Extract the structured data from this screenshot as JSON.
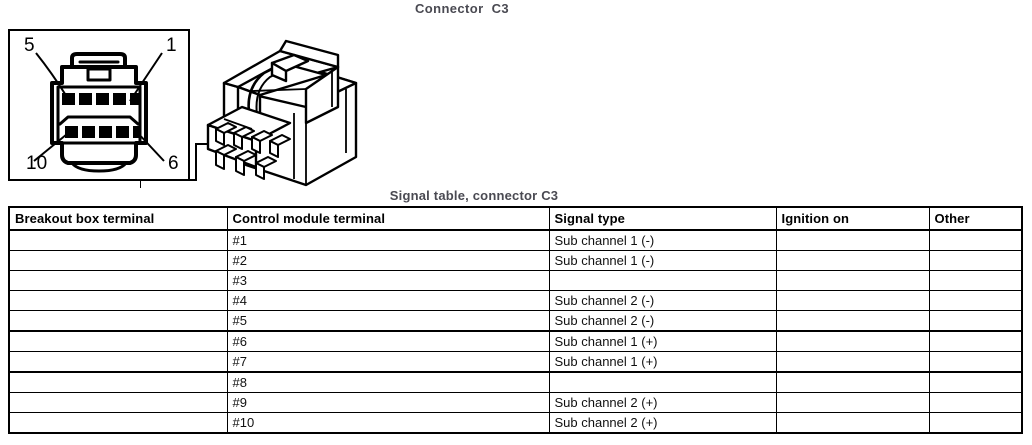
{
  "page": {
    "connector_title": "Connector  C3",
    "signal_table_caption": "Signal table, connector C3"
  },
  "connector_face": {
    "pin_labels": {
      "top_left": "5",
      "top_right": "1",
      "bottom_left": "10",
      "bottom_right": "6"
    },
    "top_row_pin_count": 5,
    "bottom_row_pin_count": 5,
    "icon": "connector-face-pinout-icon"
  },
  "connector_3d": {
    "icon": "connector-isometric-drawing-icon"
  },
  "signal_table": {
    "columns": [
      "Breakout box terminal",
      "Control module terminal",
      "Signal type",
      "Ignition on",
      "Other"
    ],
    "rows": [
      {
        "breakout_box_terminal": "",
        "control_module_terminal": "#1",
        "signal_type": "Sub channel 1 (-)",
        "ignition_on": "",
        "other": ""
      },
      {
        "breakout_box_terminal": "",
        "control_module_terminal": "#2",
        "signal_type": "Sub channel 1 (-)",
        "ignition_on": "",
        "other": ""
      },
      {
        "breakout_box_terminal": "",
        "control_module_terminal": "#3",
        "signal_type": "",
        "ignition_on": "",
        "other": ""
      },
      {
        "breakout_box_terminal": "",
        "control_module_terminal": "#4",
        "signal_type": "Sub channel 2 (-)",
        "ignition_on": "",
        "other": ""
      },
      {
        "breakout_box_terminal": "",
        "control_module_terminal": "#5",
        "signal_type": "Sub channel 2 (-)",
        "ignition_on": "",
        "other": ""
      },
      {
        "breakout_box_terminal": "",
        "control_module_terminal": "#6",
        "signal_type": "Sub channel 1 (+)",
        "ignition_on": "",
        "other": ""
      },
      {
        "breakout_box_terminal": "",
        "control_module_terminal": "#7",
        "signal_type": "Sub channel 1 (+)",
        "ignition_on": "",
        "other": ""
      },
      {
        "breakout_box_terminal": "",
        "control_module_terminal": "#8",
        "signal_type": "",
        "ignition_on": "",
        "other": ""
      },
      {
        "breakout_box_terminal": "",
        "control_module_terminal": "#9",
        "signal_type": "Sub channel 2 (+)",
        "ignition_on": "",
        "other": ""
      },
      {
        "breakout_box_terminal": "",
        "control_module_terminal": "#10",
        "signal_type": "Sub channel 2 (+)",
        "ignition_on": "",
        "other": ""
      }
    ]
  },
  "colors": {
    "ink": "#000000",
    "caption_gray": "#4a4a52",
    "background": "#ffffff"
  }
}
